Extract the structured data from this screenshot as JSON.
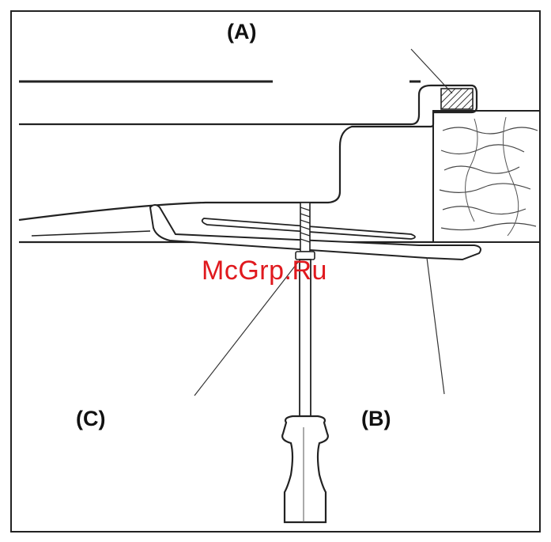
{
  "labels": {
    "a": "(A)",
    "b": "(B)",
    "c": "(C)"
  },
  "watermark": "McGrp.Ru",
  "colors": {
    "line": "#222222",
    "watermark": "#e0191e",
    "background": "#ffffff"
  }
}
